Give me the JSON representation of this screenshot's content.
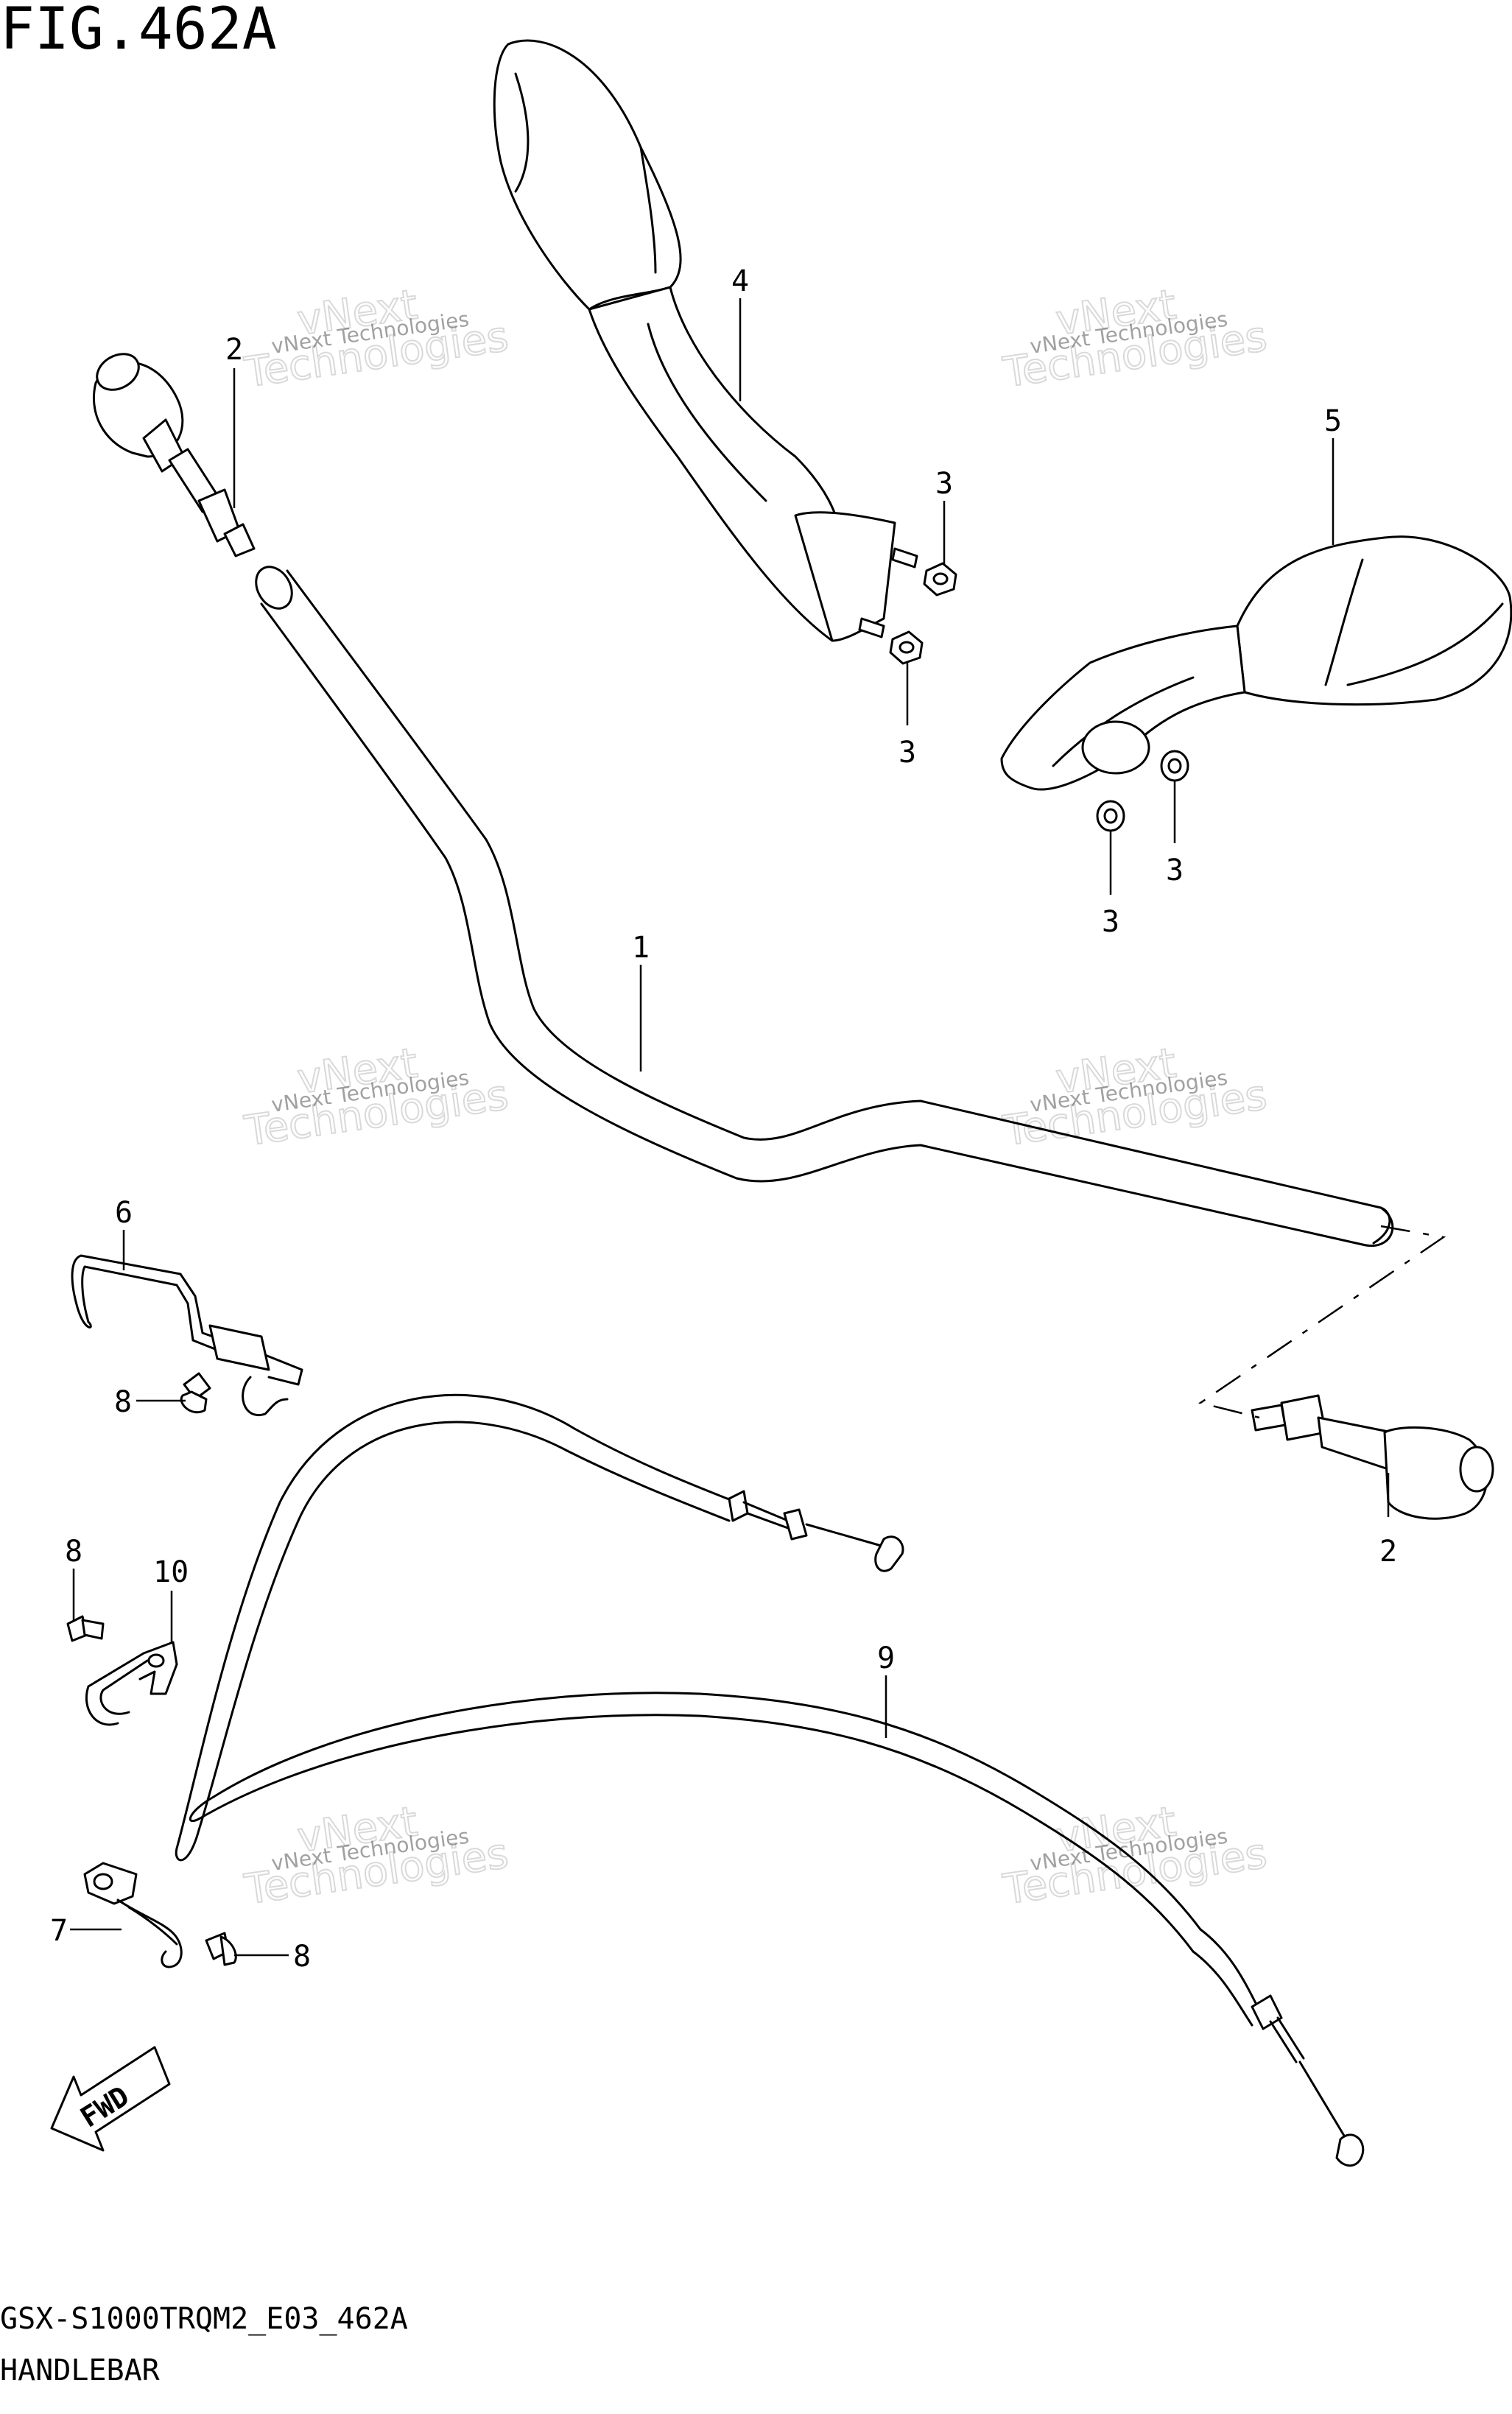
{
  "figure": {
    "title": "FIG.462A",
    "model_code": "GSX-S1000TRQM2_E03_462A",
    "section_name": "HANDLEBAR"
  },
  "watermark": {
    "line1": "vNext Technologies",
    "line2": "vNext",
    "line3": "Technologies"
  },
  "fwd_label": "FWD",
  "callouts": [
    {
      "id": "1",
      "label": "1"
    },
    {
      "id": "2a",
      "label": "2"
    },
    {
      "id": "2b",
      "label": "2"
    },
    {
      "id": "3a",
      "label": "3"
    },
    {
      "id": "3b",
      "label": "3"
    },
    {
      "id": "3c",
      "label": "3"
    },
    {
      "id": "3d",
      "label": "3"
    },
    {
      "id": "4",
      "label": "4"
    },
    {
      "id": "5",
      "label": "5"
    },
    {
      "id": "6",
      "label": "6"
    },
    {
      "id": "7",
      "label": "7"
    },
    {
      "id": "8a",
      "label": "8"
    },
    {
      "id": "8b",
      "label": "8"
    },
    {
      "id": "8c",
      "label": "8"
    },
    {
      "id": "9",
      "label": "9"
    },
    {
      "id": "10",
      "label": "10"
    }
  ]
}
